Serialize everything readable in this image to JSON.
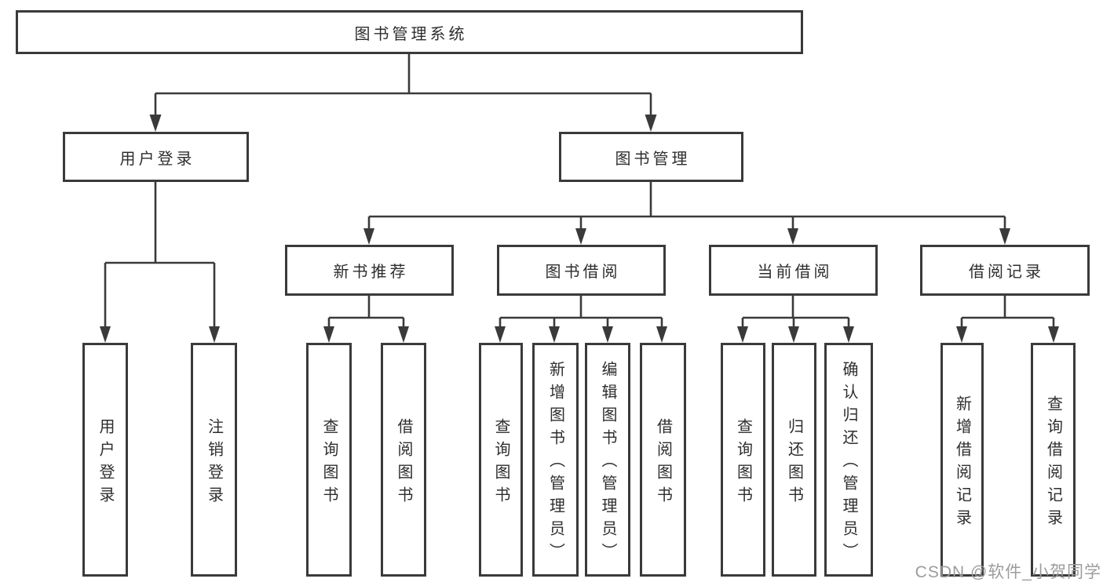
{
  "tree": {
    "label": "图书管理系统",
    "children": [
      {
        "label": "用户登录",
        "children": [
          {
            "label": "用户登录"
          },
          {
            "label": "注销登录"
          }
        ]
      },
      {
        "label": "图书管理",
        "children": [
          {
            "label": "新书推荐",
            "children": [
              {
                "label": "查询图书"
              },
              {
                "label": "借阅图书"
              }
            ]
          },
          {
            "label": "图书借阅",
            "children": [
              {
                "label": "查询图书"
              },
              {
                "label": "新增图书（管理员）"
              },
              {
                "label": "编辑图书（管理员）"
              },
              {
                "label": "借阅图书"
              }
            ]
          },
          {
            "label": "当前借阅",
            "children": [
              {
                "label": "查询图书"
              },
              {
                "label": "归还图书"
              },
              {
                "label": "确认归还（管理员）"
              }
            ]
          },
          {
            "label": "借阅记录",
            "children": [
              {
                "label": "新增借阅记录"
              },
              {
                "label": "查询借阅记录"
              }
            ]
          }
        ]
      }
    ]
  },
  "watermark": {
    "text": "CSDN @软件_小贺同学"
  },
  "colors": {
    "line": "#3a3a3a",
    "box_border": "#3a3a3a",
    "text": "#2e2e2e",
    "watermark": "#9c9c9c",
    "background": "#ffffff"
  }
}
